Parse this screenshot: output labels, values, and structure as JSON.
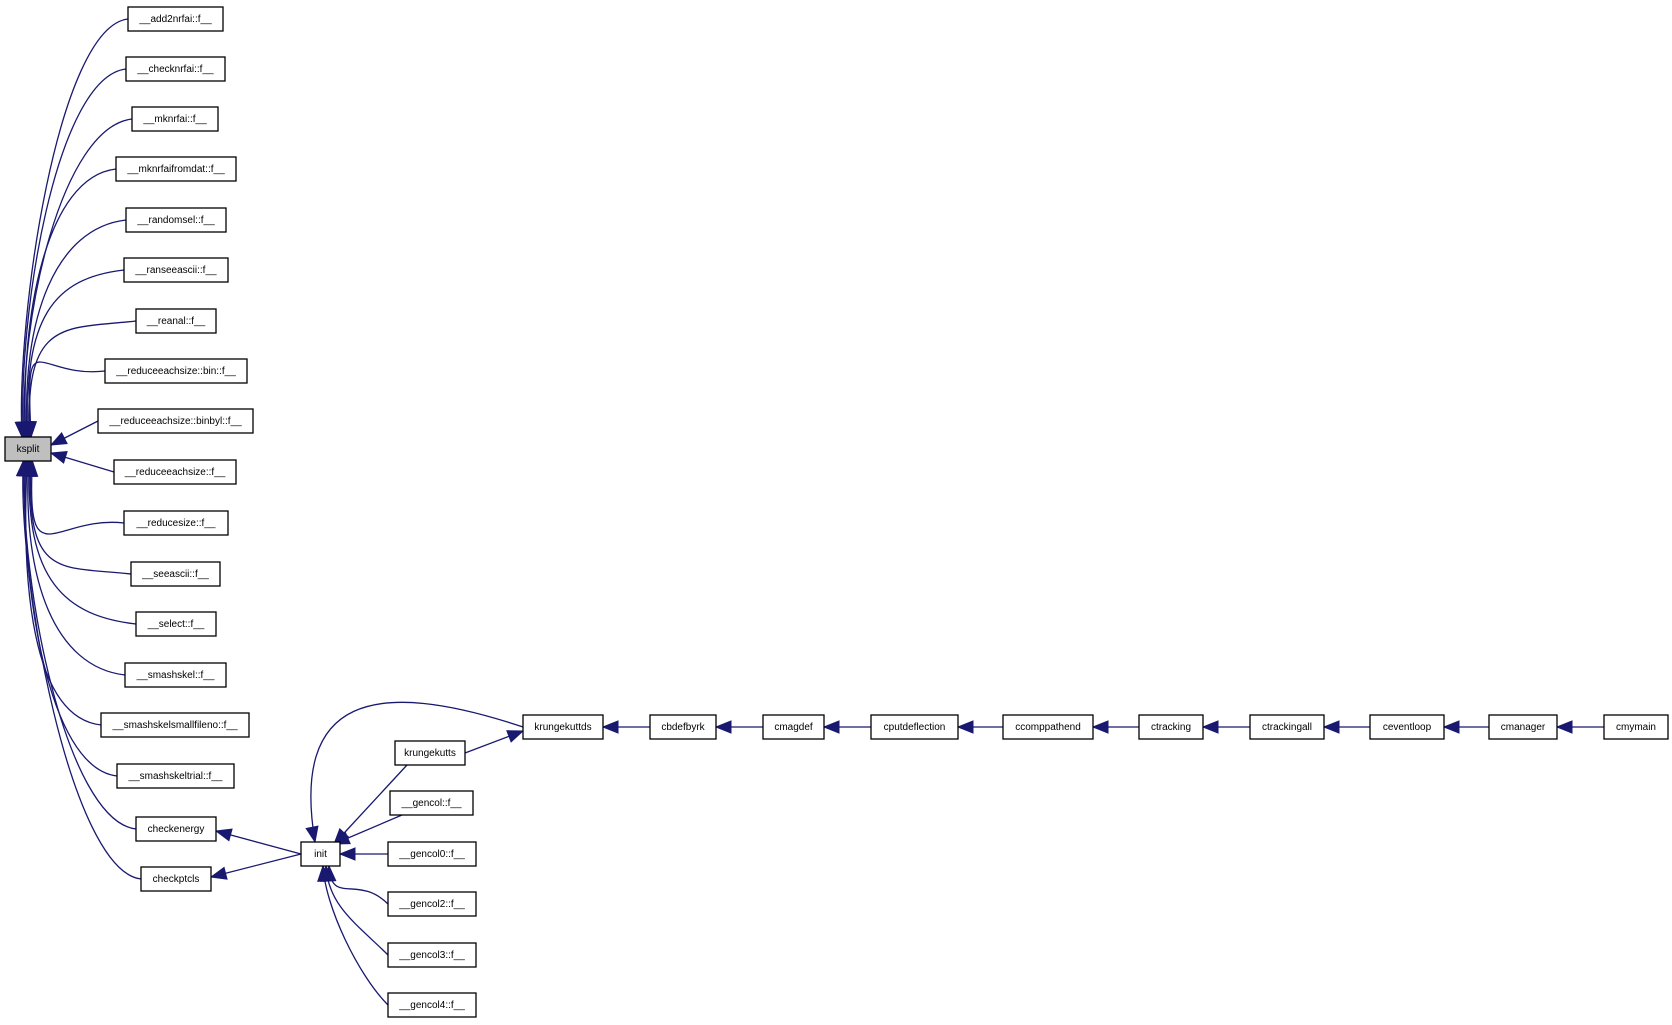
{
  "root": "ksplit",
  "callers_of_ksplit": [
    "__add2nrfai::f__",
    "__checknrfai::f__",
    "__mknrfai::f__",
    "__mknrfaifromdat::f__",
    "__randomsel::f__",
    "__ranseeascii::f__",
    "__reanal::f__",
    "__reduceeachsize::bin::f__",
    "__reduceeachsize::binbyl::f__",
    "__reduceeachsize::f__",
    "__reducesize::f__",
    "__seeascii::f__",
    "__select::f__",
    "__smashskel::f__",
    "__smashskelsmallfileno::f__",
    "__smashskeltrial::f__",
    "checkenergy",
    "checkptcls"
  ],
  "init": "init",
  "callers_of_init": [
    "krungekuttds",
    "krungekutts",
    "__gencol::f__",
    "__gencol0::f__",
    "__gencol2::f__",
    "__gencol3::f__",
    "__gencol4::f__"
  ],
  "call_chain": [
    "krungekuttds",
    "cbdefbyrk",
    "cmagdef",
    "cputdeflection",
    "ccomppathend",
    "ctracking",
    "ctrackingall",
    "ceventloop",
    "cmanager",
    "cmymain"
  ],
  "colors": {
    "edge": "#191970",
    "root_fill": "#bfbfbf",
    "node_border": "#000000"
  }
}
